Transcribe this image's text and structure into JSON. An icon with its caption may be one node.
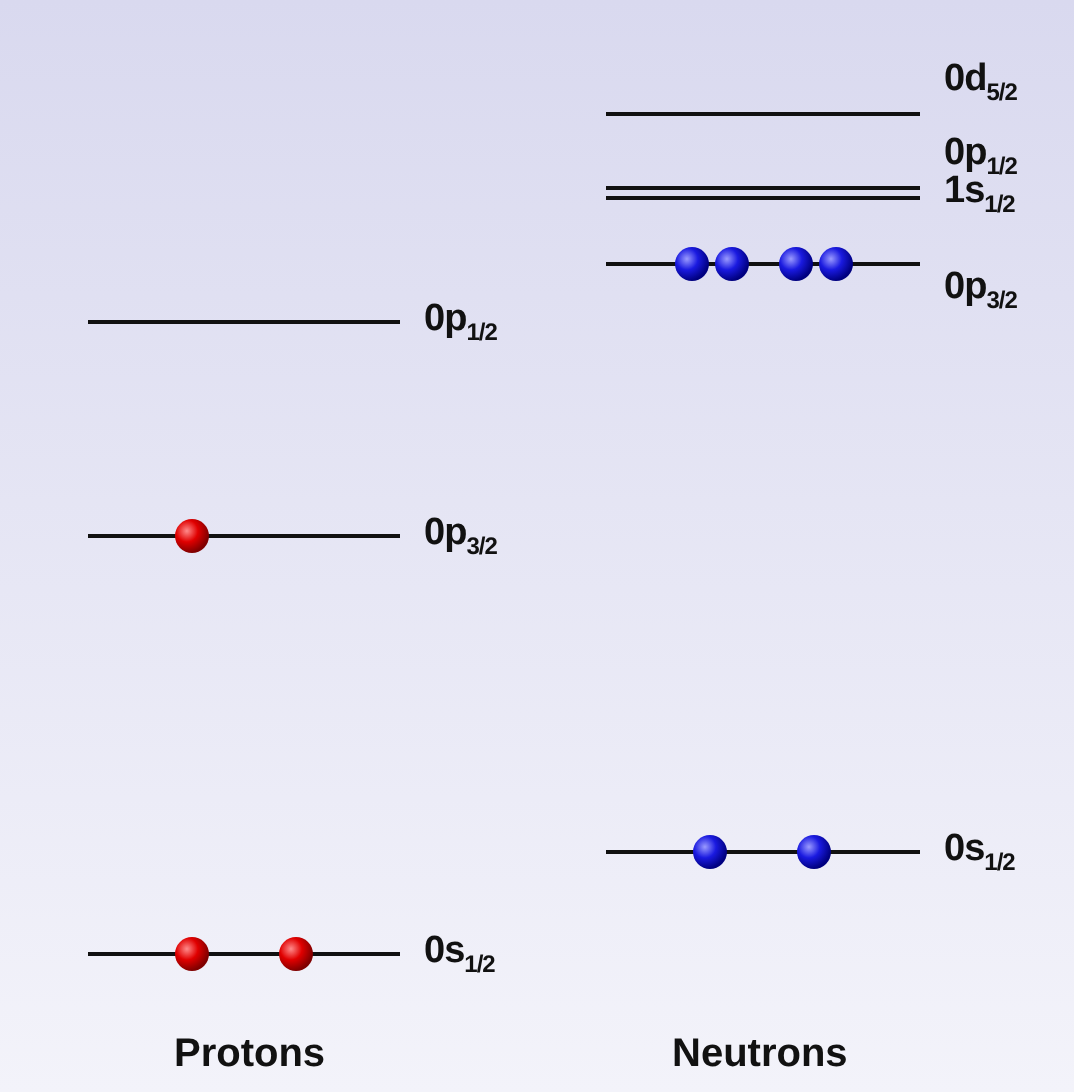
{
  "diagram": {
    "labels": [
      "0p$_{1/2}$",
      "0p$_{3/2}$",
      "0s$_{1/2}$",
      "0d$_{5/2}$",
      "0p$_{1/2}$",
      "1s$_{1/2}$",
      "0p$_{3/2}$",
      "0s$_{1/2}$",
      "Protons",
      "Neutrons"
    ]
  }
}
